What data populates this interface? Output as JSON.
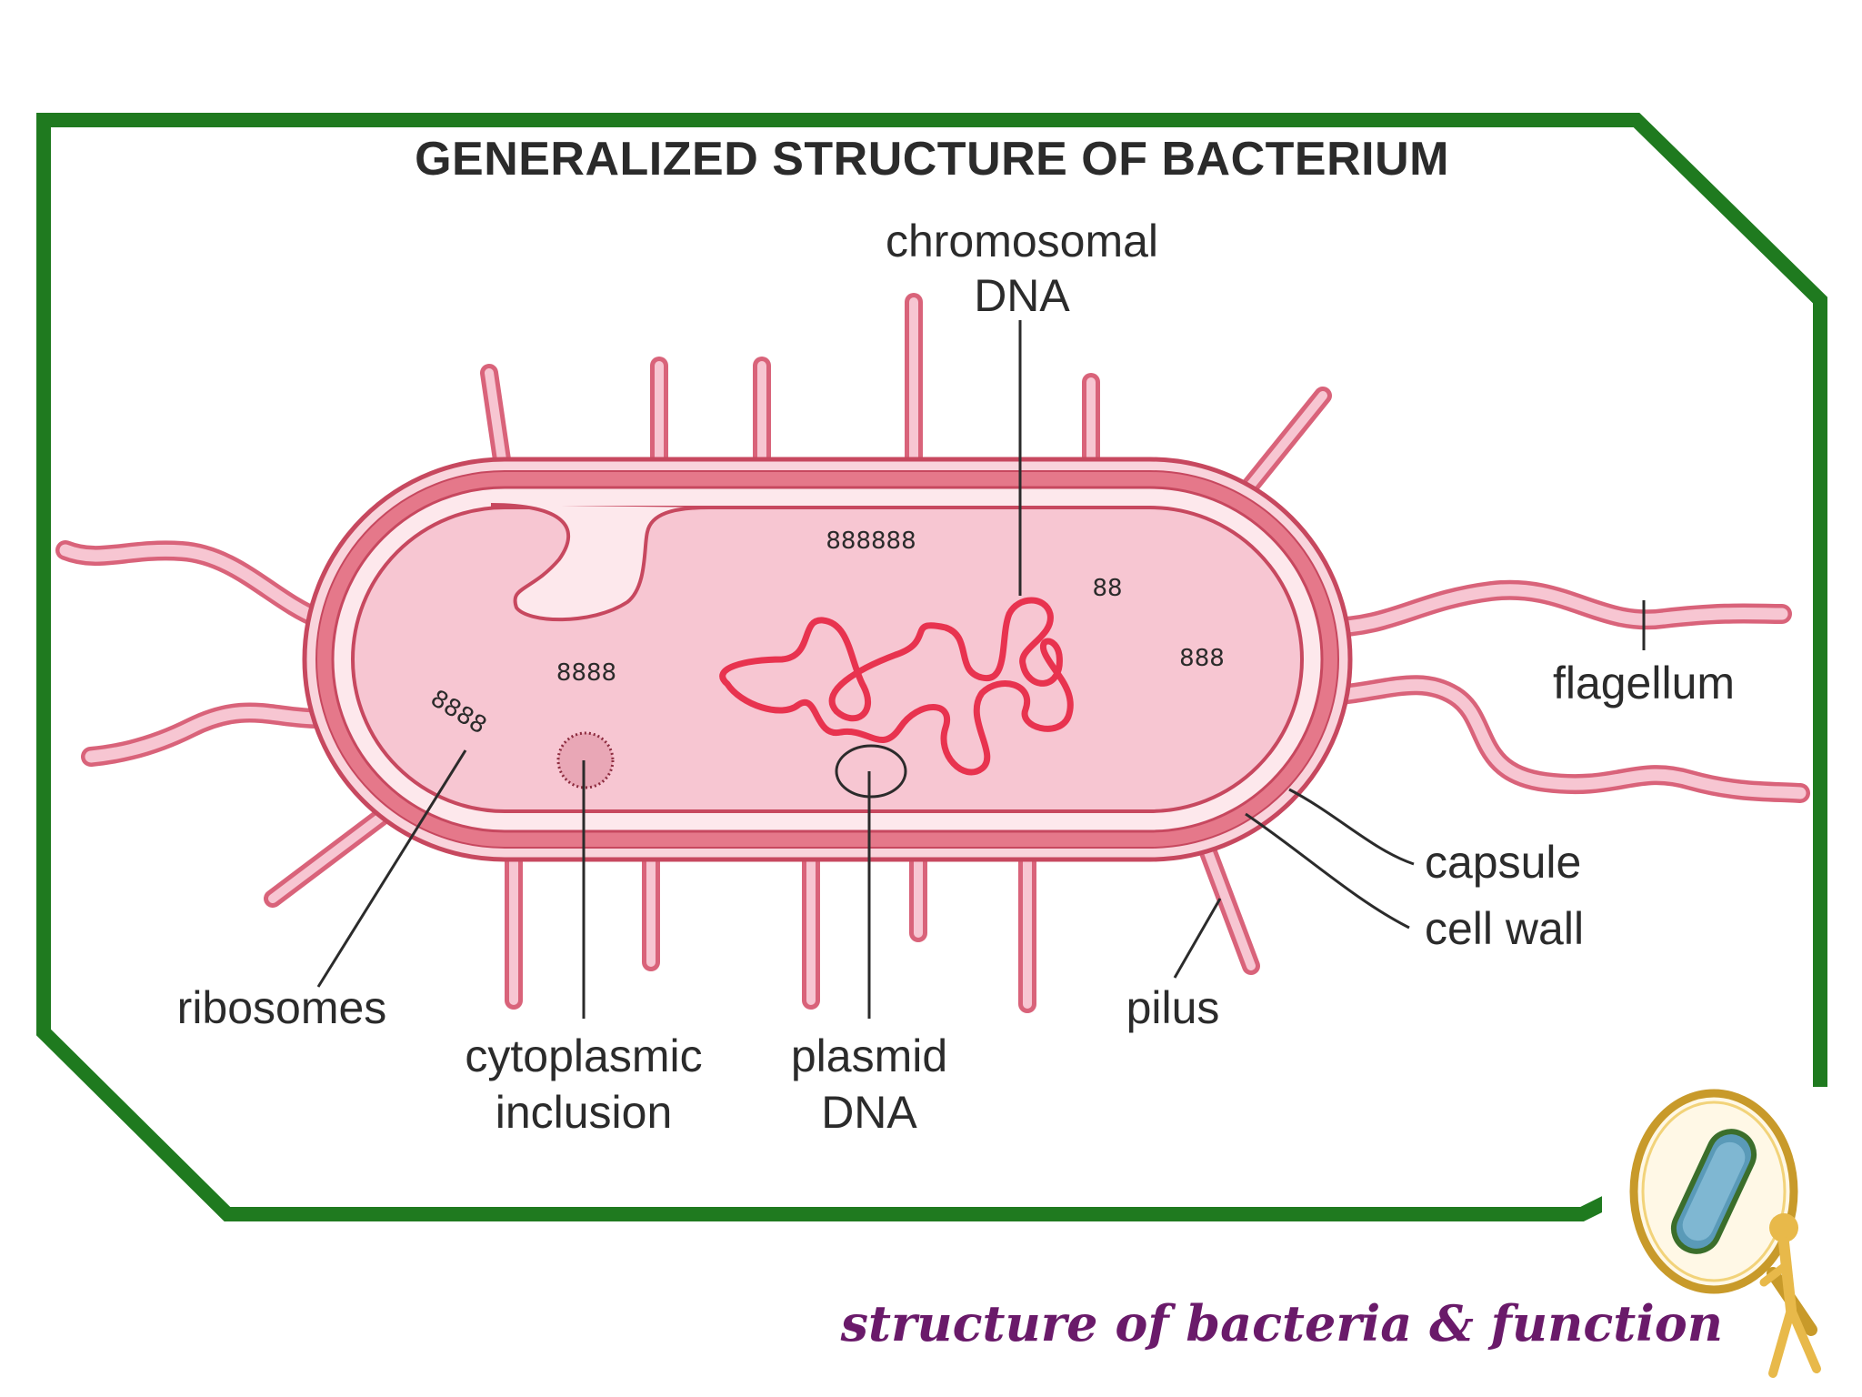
{
  "diagram": {
    "title": "GENERALIZED STRUCTURE OF BACTERIUM",
    "labels": {
      "chromosomal_dna_line1": "chromosomal",
      "chromosomal_dna_line2": "DNA",
      "flagellum": "flagellum",
      "capsule": "capsule",
      "cell_wall": "cell wall",
      "pilus": "pilus",
      "ribosomes": "ribosomes",
      "cytoplasmic_inclusion_line1": "cytoplasmic",
      "cytoplasmic_inclusion_line2": "inclusion",
      "plasmid_dna_line1": "plasmid",
      "plasmid_dna_line2": "DNA"
    },
    "ribosome_groups": {
      "top": "888888",
      "upper_right": "88",
      "left": "8888",
      "right": "888",
      "small_left": "8888"
    }
  },
  "footer": {
    "caption": "structure of bacteria & function"
  },
  "colors": {
    "frame_green": "#1f7a1f",
    "capsule_pink": "#e5788a",
    "cytoplasm_pink": "#f7c6d2",
    "chromosome_red": "#e8334f",
    "caption_purple": "#6a1a6a"
  },
  "icons": {
    "logo": "magnifier-figure-icon"
  }
}
